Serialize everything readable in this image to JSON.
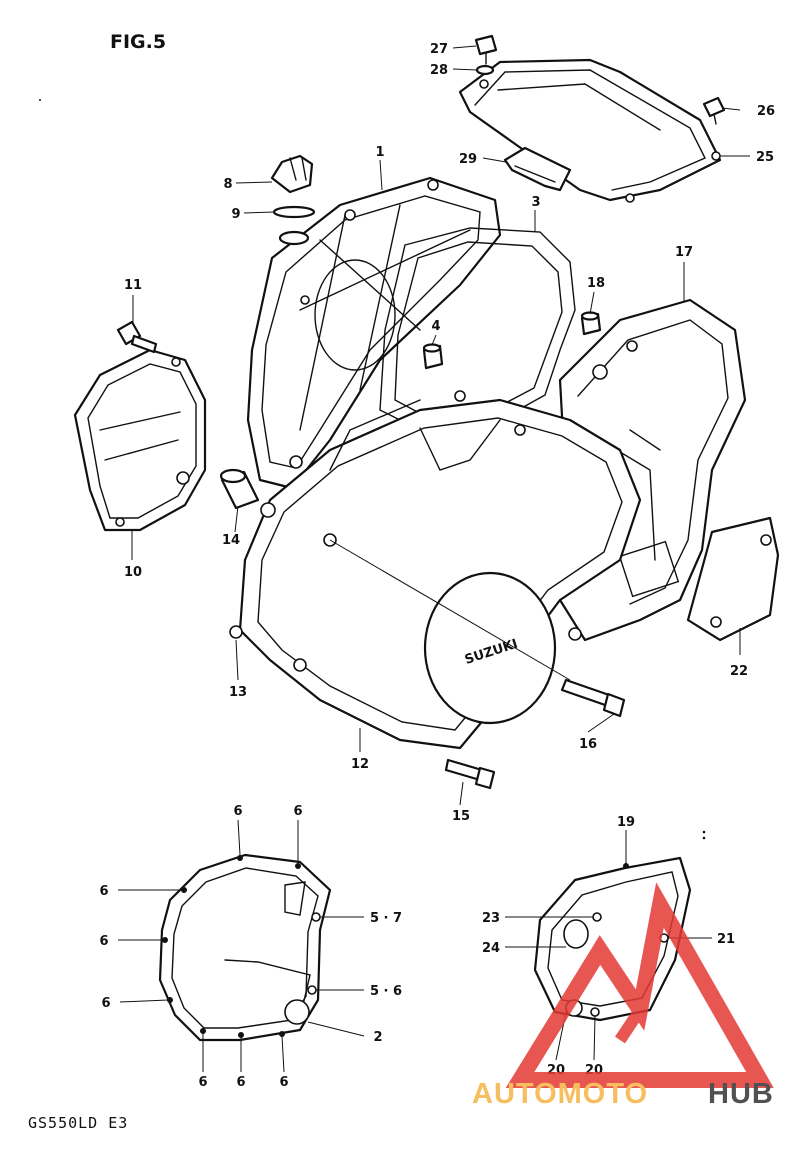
{
  "figure_title": "FIG.5",
  "model_code": "GS550LD E3",
  "callouts": {
    "c1": "1",
    "c2": "2",
    "c3": "3",
    "c4": "4",
    "c5a": "5 · 7",
    "c5b": "5 · 6",
    "c6a": "6",
    "c6b": "6",
    "c6c": "6",
    "c6d": "6",
    "c6e": "6",
    "c6f": "6",
    "c6g": "6",
    "c6h": "6",
    "c8": "8",
    "c9": "9",
    "c10": "10",
    "c11": "11",
    "c12": "12",
    "c13": "13",
    "c14": "14",
    "c15": "15",
    "c16": "16",
    "c17": "17",
    "c18": "18",
    "c19": "19",
    "c20a": "20",
    "c20b": "20",
    "c21": "21",
    "c22": "22",
    "c23": "23",
    "c24": "24",
    "c25": "25",
    "c26": "26",
    "c27": "27",
    "c28": "28",
    "c29": "29"
  },
  "cover_stamp": "SUZUKI",
  "watermark": {
    "part1": "AUTOMOTO",
    "part2": "HUB",
    "color_primary": "#f5b342",
    "color_secondary": "#333333",
    "color_triangle": "#e53935"
  }
}
